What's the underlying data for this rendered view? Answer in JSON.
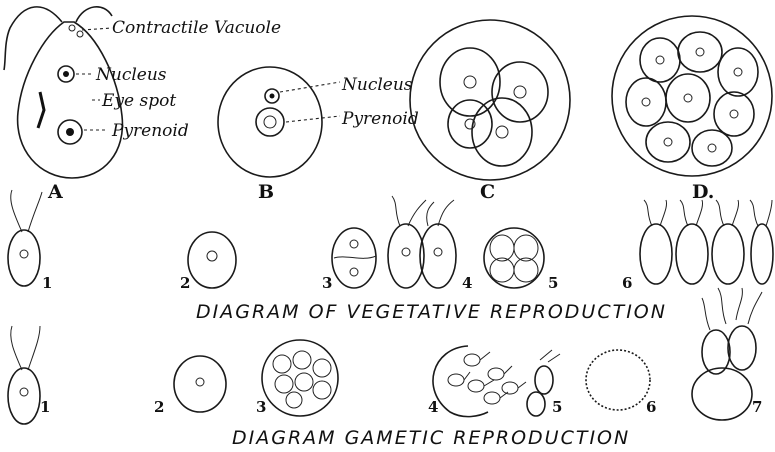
{
  "labels": {
    "contractile_vacuole": "Contractile Vacuole",
    "nucleus_a": "Nucleus",
    "eye_spot": "Eye spot",
    "pyrenoid_a": "Pyrenoid",
    "nucleus_b": "Nucleus",
    "pyrenoid_b": "Pyrenoid"
  },
  "panels": {
    "a": "A",
    "b": "B",
    "c": "C",
    "d": "D."
  },
  "vegetative": {
    "caption": "DIAGRAM OF VEGETATIVE REPRODUCTION",
    "stages": [
      "1",
      "2",
      "3",
      "4",
      "5",
      "6"
    ]
  },
  "gametic": {
    "caption": "DIAGRAM GAMETIC REPRODUCTION",
    "stages": [
      "1",
      "2",
      "3",
      "4",
      "5",
      "6",
      "7"
    ]
  }
}
